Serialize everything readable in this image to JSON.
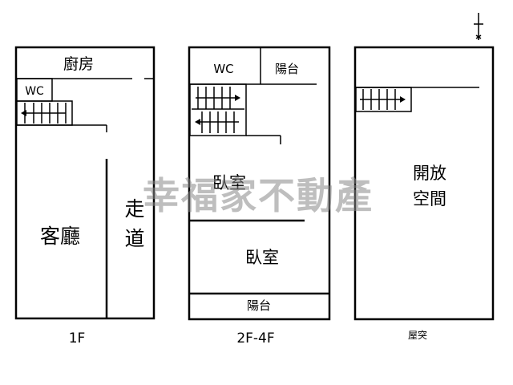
{
  "floor_1": {
    "label": "1F",
    "rooms": {
      "kitchen": "廚房",
      "wc": "WC",
      "living_room": "客廳",
      "aisle_top": "走",
      "aisle_bottom": "道"
    }
  },
  "floor_2_4": {
    "label": "2F-4F",
    "rooms": {
      "wc": "WC",
      "balcony_top": "陽台",
      "bedroom_1": "臥室",
      "bedroom_2": "臥室",
      "balcony_bottom": "陽台"
    }
  },
  "roof": {
    "label": "屋突",
    "rooms": {
      "open_space_line1": "開放",
      "open_space_line2": "空間"
    }
  },
  "watermark": "幸福家不動產",
  "colors": {
    "line": "#000000",
    "watermark": "#8a8a8a",
    "background": "#ffffff"
  }
}
